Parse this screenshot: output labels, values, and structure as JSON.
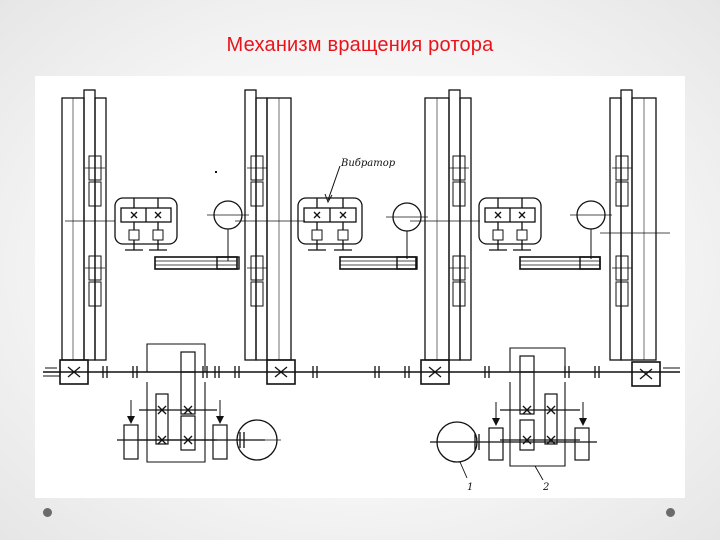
{
  "slide": {
    "title": "Механизм вращения ротора"
  },
  "diagram": {
    "vibrator_label": "Вибратор",
    "callout_1": "1",
    "callout_2": "2"
  },
  "colors": {
    "title": "#e8141b",
    "ink": "#111111"
  },
  "nav": {
    "left_icon": "dot-icon",
    "right_icon": "dot-icon"
  }
}
